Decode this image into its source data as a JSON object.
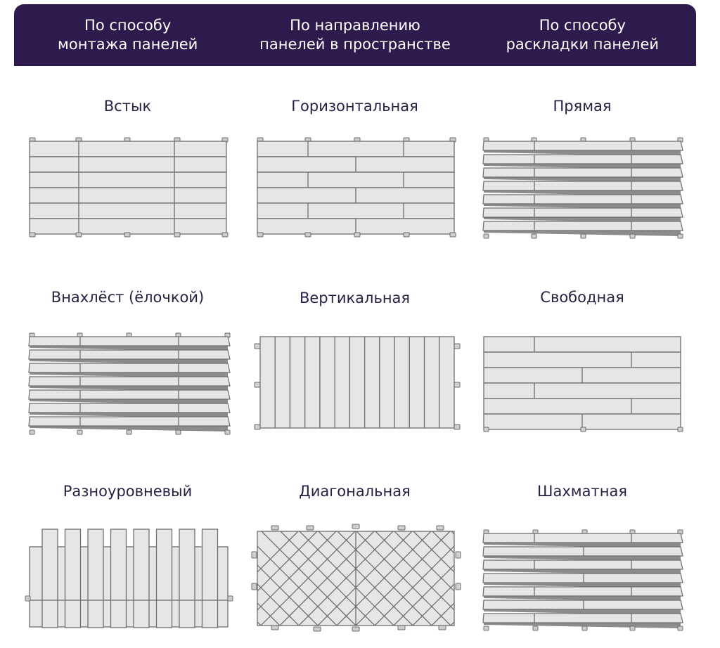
{
  "header": {
    "col1": {
      "line1": "По способу",
      "line2": "монтажа панелей"
    },
    "col2": {
      "line1": "По направлению",
      "line2": "панелей в пространстве"
    },
    "col3": {
      "line1": "По способу",
      "line2": "раскладки панелей"
    }
  },
  "patterns": {
    "butt": "Встык",
    "horizontal": "Горизонтальная",
    "straight": "Прямая",
    "overlap": "Внахлёст (ёлочкой)",
    "vertical": "Вертикальная",
    "free": "Свободная",
    "multilevel": "Разноуровневый",
    "diagonal": "Диагональная",
    "checkerboard": "Шахматная"
  },
  "colors": {
    "header_bg": "#2f1a4e",
    "panel_fill": "#e6e6e6",
    "panel_stroke": "#6e6e6e",
    "shadow": "#8c8c8c"
  }
}
